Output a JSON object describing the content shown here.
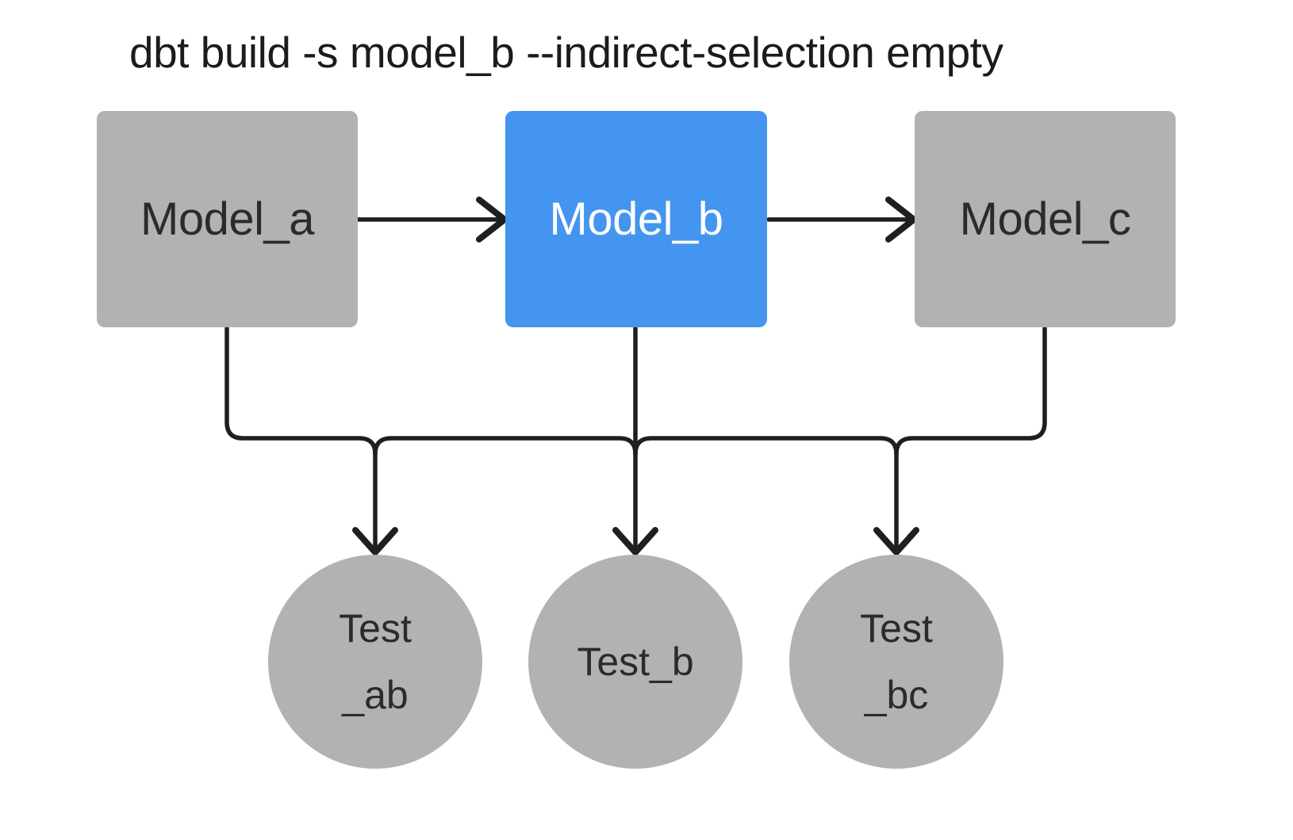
{
  "title": "dbt build -s model_b --indirect-selection empty",
  "colors": {
    "bg": "#ffffff",
    "node-gray": "#b2b2b2",
    "selected-blue": "#4495ef",
    "line": "#1f1f1f",
    "text-dark": "#2b2b2b",
    "text-light": "#ffffff",
    "title-color": "#1b1b1d"
  },
  "models": [
    {
      "id": "model_a",
      "label": "Model_a",
      "selected": false
    },
    {
      "id": "model_b",
      "label": "Model_b",
      "selected": true
    },
    {
      "id": "model_c",
      "label": "Model_c",
      "selected": false
    }
  ],
  "tests": [
    {
      "id": "test_ab",
      "line1": "Test",
      "line2": "_ab"
    },
    {
      "id": "test_b",
      "line1": "Test_b",
      "line2": ""
    },
    {
      "id": "test_bc",
      "line1": "Test",
      "line2": "_bc"
    }
  ],
  "edges": [
    "model_a -> model_b",
    "model_b -> model_c",
    "model_a -> test_ab",
    "model_b -> test_ab",
    "model_b -> test_b",
    "model_b -> test_bc",
    "model_c -> test_bc"
  ]
}
